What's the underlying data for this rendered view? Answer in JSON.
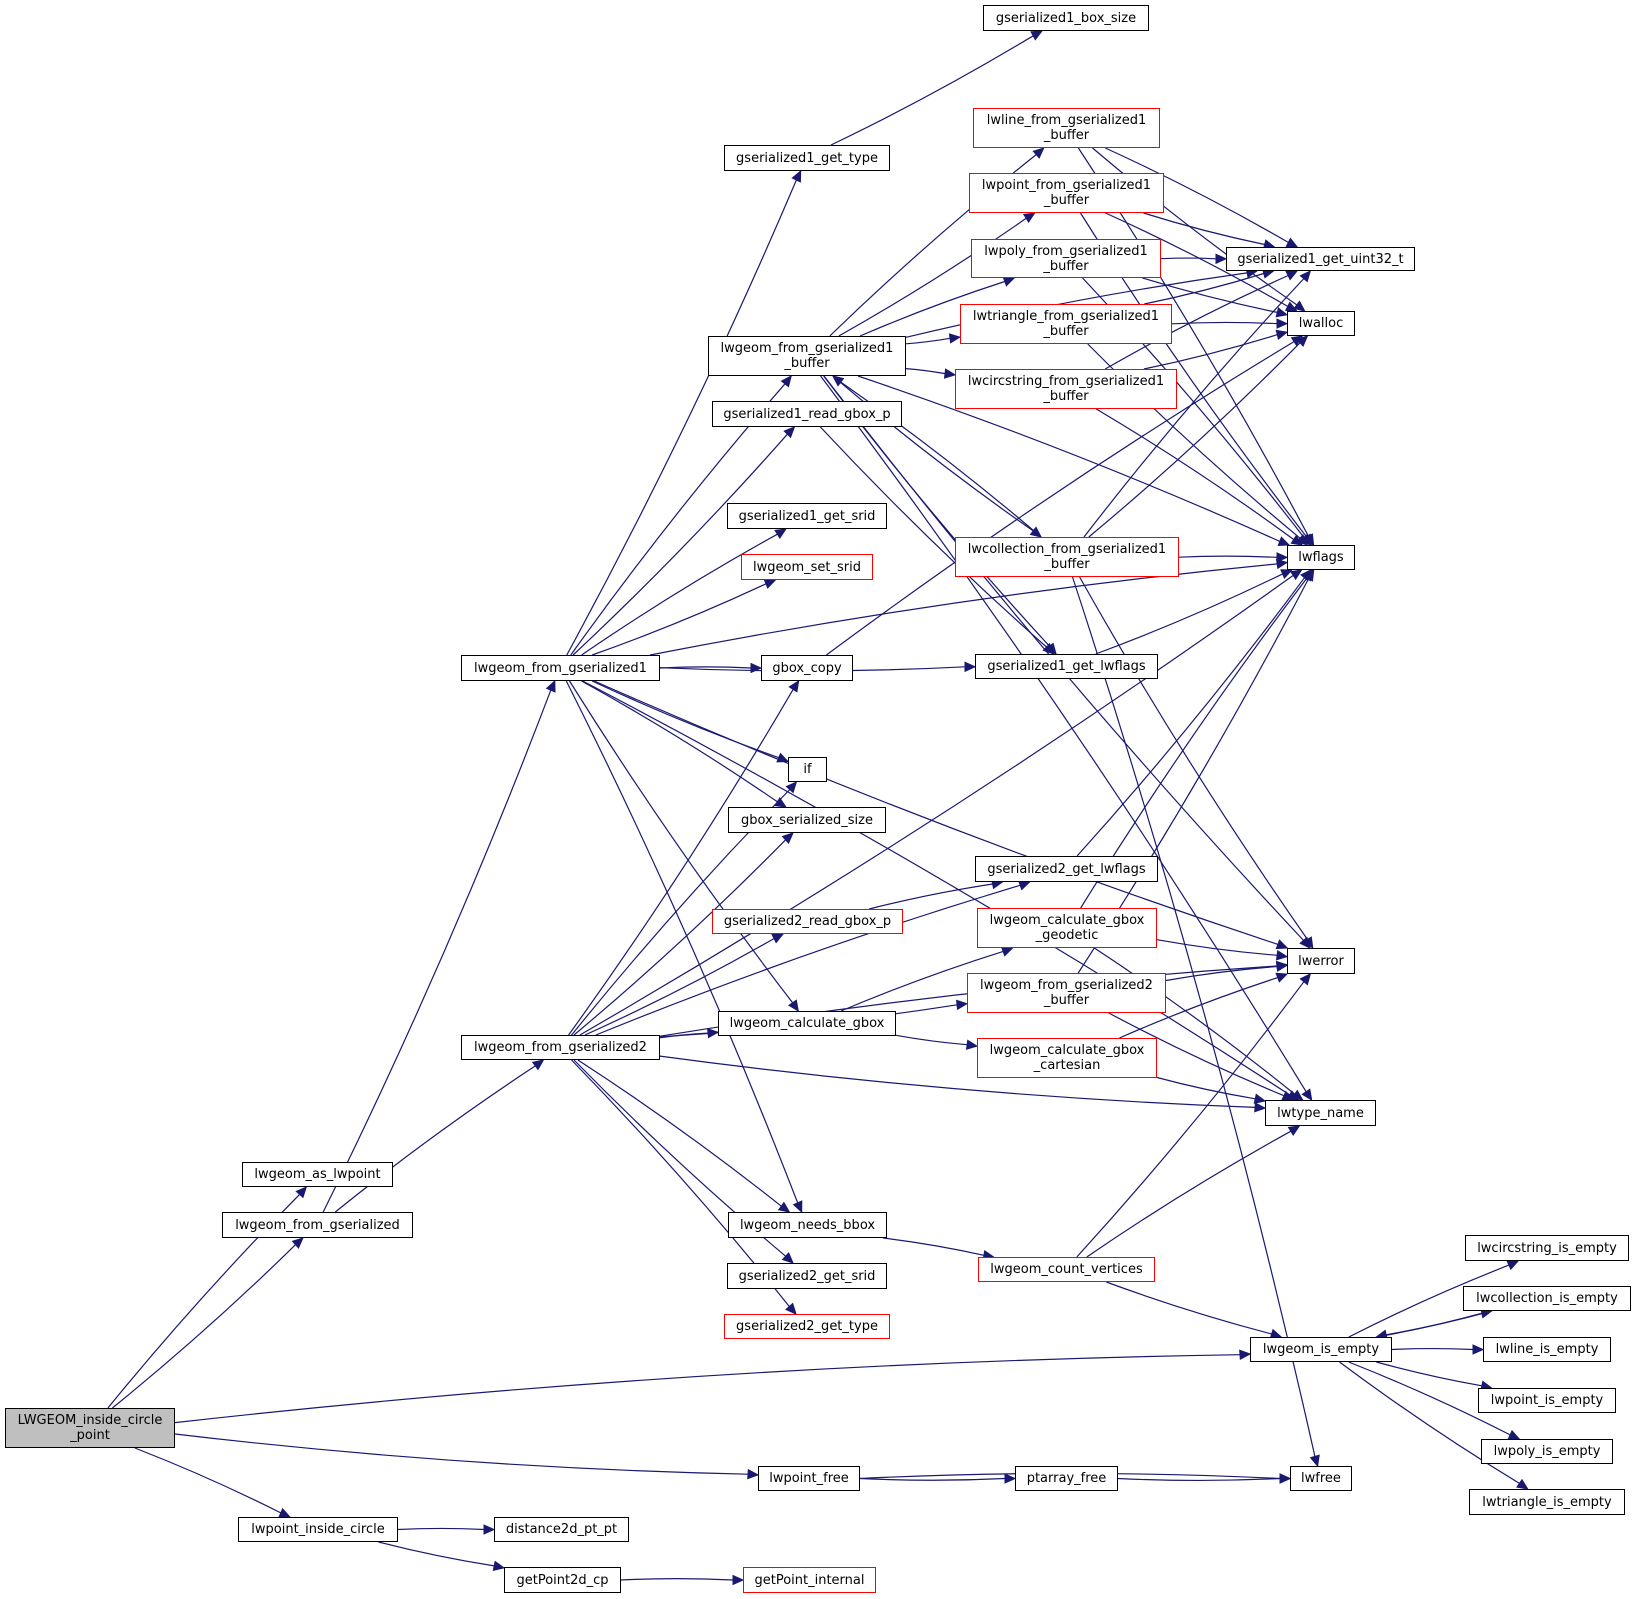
{
  "diagram": {
    "type": "call-graph",
    "colors": {
      "edge": "#191970",
      "incomplete_border": "#ff0000",
      "normal_border": "#000000",
      "root_fill": "#bfbfbf"
    },
    "nodes": [
      {
        "id": "root",
        "label": "LWGEOM_inside_circle\n_point",
        "style": "root"
      },
      {
        "id": "lwgeom_as_lwpoint",
        "label": "lwgeom_as_lwpoint",
        "style": "normal"
      },
      {
        "id": "lwgeom_from_gserialized",
        "label": "lwgeom_from_gserialized",
        "style": "normal"
      },
      {
        "id": "lwgeom_from_gserialized1",
        "label": "lwgeom_from_gserialized1",
        "style": "normal"
      },
      {
        "id": "lwgeom_from_gserialized2",
        "label": "lwgeom_from_gserialized2",
        "style": "normal"
      },
      {
        "id": "lwpoint_inside_circle",
        "label": "lwpoint_inside_circle",
        "style": "normal"
      },
      {
        "id": "gserialized1_get_type",
        "label": "gserialized1_get_type",
        "style": "normal"
      },
      {
        "id": "gserialized1_box_size",
        "label": "gserialized1_box_size",
        "style": "normal"
      },
      {
        "id": "lwgeom_from_gserialized1_buffer",
        "label": "lwgeom_from_gserialized1\n_buffer",
        "style": "normal"
      },
      {
        "id": "gserialized1_read_gbox_p",
        "label": "gserialized1_read_gbox_p",
        "style": "normal"
      },
      {
        "id": "gserialized1_get_srid",
        "label": "gserialized1_get_srid",
        "style": "normal"
      },
      {
        "id": "lwgeom_set_srid",
        "label": "lwgeom_set_srid",
        "style": "red"
      },
      {
        "id": "gbox_copy",
        "label": "gbox_copy",
        "style": "normal"
      },
      {
        "id": "if",
        "label": "if",
        "style": "normal"
      },
      {
        "id": "gbox_serialized_size",
        "label": "gbox_serialized_size",
        "style": "normal"
      },
      {
        "id": "gserialized2_read_gbox_p",
        "label": "gserialized2_read_gbox_p",
        "style": "red"
      },
      {
        "id": "lwgeom_calculate_gbox",
        "label": "lwgeom_calculate_gbox",
        "style": "normal"
      },
      {
        "id": "lwgeom_needs_bbox",
        "label": "lwgeom_needs_bbox",
        "style": "normal"
      },
      {
        "id": "gserialized2_get_srid",
        "label": "gserialized2_get_srid",
        "style": "normal"
      },
      {
        "id": "gserialized2_get_type",
        "label": "gserialized2_get_type",
        "style": "red"
      },
      {
        "id": "lwpoint_free",
        "label": "lwpoint_free",
        "style": "normal"
      },
      {
        "id": "distance2d_pt_pt",
        "label": "distance2d_pt_pt",
        "style": "normal"
      },
      {
        "id": "getPoint2d_cp",
        "label": "getPoint2d_cp",
        "style": "normal"
      },
      {
        "id": "getPoint_internal",
        "label": "getPoint_internal",
        "style": "red"
      },
      {
        "id": "lwline_from_gserialized1_buffer",
        "label": "lwline_from_gserialized1\n_buffer",
        "style": "red"
      },
      {
        "id": "lwpoint_from_gserialized1_buffer",
        "label": "lwpoint_from_gserialized1\n_buffer",
        "style": "red"
      },
      {
        "id": "lwpoly_from_gserialized1_buffer",
        "label": "lwpoly_from_gserialized1\n_buffer",
        "style": "red"
      },
      {
        "id": "lwtriangle_from_gserialized1_buffer",
        "label": "lwtriangle_from_gserialized1\n_buffer",
        "style": "red"
      },
      {
        "id": "lwcircstring_from_gserialized1_buffer",
        "label": "lwcircstring_from_gserialized1\n_buffer",
        "style": "red"
      },
      {
        "id": "lwcollection_from_gserialized1_buffer",
        "label": "lwcollection_from_gserialized1\n_buffer",
        "style": "red"
      },
      {
        "id": "gserialized1_get_lwflags",
        "label": "gserialized1_get_lwflags",
        "style": "normal"
      },
      {
        "id": "gserialized2_get_lwflags",
        "label": "gserialized2_get_lwflags",
        "style": "normal"
      },
      {
        "id": "lwgeom_calculate_gbox_geodetic",
        "label": "lwgeom_calculate_gbox\n_geodetic",
        "style": "red"
      },
      {
        "id": "lwgeom_from_gserialized2_buffer",
        "label": "lwgeom_from_gserialized2\n_buffer",
        "style": "red"
      },
      {
        "id": "lwgeom_calculate_gbox_cartesian",
        "label": "lwgeom_calculate_gbox\n_cartesian",
        "style": "red"
      },
      {
        "id": "lwgeom_count_vertices",
        "label": "lwgeom_count_vertices",
        "style": "red"
      },
      {
        "id": "ptarray_free",
        "label": "ptarray_free",
        "style": "normal"
      },
      {
        "id": "gserialized1_get_uint32_t",
        "label": "gserialized1_get_uint32_t",
        "style": "normal"
      },
      {
        "id": "lwalloc",
        "label": "lwalloc",
        "style": "normal"
      },
      {
        "id": "lwflags",
        "label": "lwflags",
        "style": "normal"
      },
      {
        "id": "lwerror",
        "label": "lwerror",
        "style": "normal"
      },
      {
        "id": "lwtype_name",
        "label": "lwtype_name",
        "style": "normal"
      },
      {
        "id": "lwgeom_is_empty",
        "label": "lwgeom_is_empty",
        "style": "normal"
      },
      {
        "id": "lwfree",
        "label": "lwfree",
        "style": "normal"
      },
      {
        "id": "lwcircstring_is_empty",
        "label": "lwcircstring_is_empty",
        "style": "normal"
      },
      {
        "id": "lwcollection_is_empty",
        "label": "lwcollection_is_empty",
        "style": "normal"
      },
      {
        "id": "lwline_is_empty",
        "label": "lwline_is_empty",
        "style": "normal"
      },
      {
        "id": "lwpoint_is_empty",
        "label": "lwpoint_is_empty",
        "style": "normal"
      },
      {
        "id": "lwpoly_is_empty",
        "label": "lwpoly_is_empty",
        "style": "normal"
      },
      {
        "id": "lwtriangle_is_empty",
        "label": "lwtriangle_is_empty",
        "style": "normal"
      }
    ],
    "edges": [
      [
        "root",
        "lwgeom_as_lwpoint"
      ],
      [
        "root",
        "lwgeom_from_gserialized"
      ],
      [
        "root",
        "lwgeom_is_empty"
      ],
      [
        "root",
        "lwpoint_free"
      ],
      [
        "root",
        "lwpoint_inside_circle"
      ],
      [
        "lwgeom_from_gserialized",
        "lwgeom_from_gserialized1"
      ],
      [
        "lwgeom_from_gserialized",
        "lwgeom_from_gserialized2"
      ],
      [
        "lwgeom_from_gserialized1",
        "gserialized1_get_type"
      ],
      [
        "lwgeom_from_gserialized1",
        "lwgeom_from_gserialized1_buffer"
      ],
      [
        "lwgeom_from_gserialized1",
        "gserialized1_read_gbox_p"
      ],
      [
        "lwgeom_from_gserialized1",
        "gserialized1_get_srid"
      ],
      [
        "lwgeom_from_gserialized1",
        "lwgeom_set_srid"
      ],
      [
        "lwgeom_from_gserialized1",
        "gbox_copy"
      ],
      [
        "lwgeom_from_gserialized1",
        "if"
      ],
      [
        "lwgeom_from_gserialized1",
        "gbox_serialized_size"
      ],
      [
        "lwgeom_from_gserialized1",
        "lwgeom_calculate_gbox"
      ],
      [
        "lwgeom_from_gserialized1",
        "lwgeom_needs_bbox"
      ],
      [
        "lwgeom_from_gserialized1",
        "gserialized1_get_lwflags"
      ],
      [
        "lwgeom_from_gserialized1",
        "lwflags"
      ],
      [
        "lwgeom_from_gserialized1",
        "lwerror"
      ],
      [
        "lwgeom_from_gserialized1",
        "lwtype_name"
      ],
      [
        "gserialized1_get_type",
        "gserialized1_box_size"
      ],
      [
        "lwgeom_from_gserialized1_buffer",
        "lwline_from_gserialized1_buffer"
      ],
      [
        "lwgeom_from_gserialized1_buffer",
        "lwpoint_from_gserialized1_buffer"
      ],
      [
        "lwgeom_from_gserialized1_buffer",
        "lwpoly_from_gserialized1_buffer"
      ],
      [
        "lwgeom_from_gserialized1_buffer",
        "lwtriangle_from_gserialized1_buffer"
      ],
      [
        "lwgeom_from_gserialized1_buffer",
        "lwcircstring_from_gserialized1_buffer"
      ],
      [
        "lwgeom_from_gserialized1_buffer",
        "lwcollection_from_gserialized1_buffer"
      ],
      [
        "lwgeom_from_gserialized1_buffer",
        "gserialized1_get_uint32_t"
      ],
      [
        "lwgeom_from_gserialized1_buffer",
        "gserialized1_get_lwflags"
      ],
      [
        "lwgeom_from_gserialized1_buffer",
        "lwflags"
      ],
      [
        "lwgeom_from_gserialized1_buffer",
        "lwerror"
      ],
      [
        "lwgeom_from_gserialized1_buffer",
        "lwtype_name"
      ],
      [
        "gserialized1_read_gbox_p",
        "gserialized1_get_lwflags"
      ],
      [
        "lwline_from_gserialized1_buffer",
        "gserialized1_get_uint32_t"
      ],
      [
        "lwline_from_gserialized1_buffer",
        "lwalloc"
      ],
      [
        "lwline_from_gserialized1_buffer",
        "lwflags"
      ],
      [
        "lwpoint_from_gserialized1_buffer",
        "gserialized1_get_uint32_t"
      ],
      [
        "lwpoint_from_gserialized1_buffer",
        "lwalloc"
      ],
      [
        "lwpoint_from_gserialized1_buffer",
        "lwflags"
      ],
      [
        "lwpoly_from_gserialized1_buffer",
        "gserialized1_get_uint32_t"
      ],
      [
        "lwpoly_from_gserialized1_buffer",
        "lwalloc"
      ],
      [
        "lwpoly_from_gserialized1_buffer",
        "lwflags"
      ],
      [
        "lwtriangle_from_gserialized1_buffer",
        "gserialized1_get_uint32_t"
      ],
      [
        "lwtriangle_from_gserialized1_buffer",
        "lwalloc"
      ],
      [
        "lwtriangle_from_gserialized1_buffer",
        "lwflags"
      ],
      [
        "lwcircstring_from_gserialized1_buffer",
        "gserialized1_get_uint32_t"
      ],
      [
        "lwcircstring_from_gserialized1_buffer",
        "lwalloc"
      ],
      [
        "lwcircstring_from_gserialized1_buffer",
        "lwflags"
      ],
      [
        "lwcollection_from_gserialized1_buffer",
        "lwgeom_from_gserialized1_buffer"
      ],
      [
        "lwcollection_from_gserialized1_buffer",
        "gserialized1_get_uint32_t"
      ],
      [
        "lwcollection_from_gserialized1_buffer",
        "lwalloc"
      ],
      [
        "lwcollection_from_gserialized1_buffer",
        "lwflags"
      ],
      [
        "lwcollection_from_gserialized1_buffer",
        "lwerror"
      ],
      [
        "lwcollection_from_gserialized1_buffer",
        "lwfree"
      ],
      [
        "gserialized1_get_lwflags",
        "lwflags"
      ],
      [
        "gbox_copy",
        "lwalloc"
      ],
      [
        "lwgeom_from_gserialized2",
        "gbox_copy"
      ],
      [
        "lwgeom_from_gserialized2",
        "if"
      ],
      [
        "lwgeom_from_gserialized2",
        "gbox_serialized_size"
      ],
      [
        "lwgeom_from_gserialized2",
        "gserialized2_get_lwflags"
      ],
      [
        "lwgeom_from_gserialized2",
        "gserialized2_read_gbox_p"
      ],
      [
        "lwgeom_from_gserialized2",
        "lwgeom_calculate_gbox"
      ],
      [
        "lwgeom_from_gserialized2",
        "lwgeom_from_gserialized2_buffer"
      ],
      [
        "lwgeom_from_gserialized2",
        "lwgeom_needs_bbox"
      ],
      [
        "lwgeom_from_gserialized2",
        "gserialized2_get_srid"
      ],
      [
        "lwgeom_from_gserialized2",
        "gserialized2_get_type"
      ],
      [
        "lwgeom_from_gserialized2",
        "lwflags"
      ],
      [
        "lwgeom_from_gserialized2",
        "lwerror"
      ],
      [
        "lwgeom_from_gserialized2",
        "lwtype_name"
      ],
      [
        "gserialized2_read_gbox_p",
        "gserialized2_get_lwflags"
      ],
      [
        "gserialized2_get_lwflags",
        "lwflags"
      ],
      [
        "lwgeom_calculate_gbox",
        "lwgeom_calculate_gbox_geodetic"
      ],
      [
        "lwgeom_calculate_gbox",
        "lwgeom_calculate_gbox_cartesian"
      ],
      [
        "lwgeom_calculate_gbox_geodetic",
        "lwflags"
      ],
      [
        "lwgeom_calculate_gbox_geodetic",
        "lwerror"
      ],
      [
        "lwgeom_calculate_gbox_geodetic",
        "lwtype_name"
      ],
      [
        "lwgeom_from_gserialized2_buffer",
        "lwflags"
      ],
      [
        "lwgeom_from_gserialized2_buffer",
        "lwerror"
      ],
      [
        "lwgeom_from_gserialized2_buffer",
        "lwtype_name"
      ],
      [
        "lwgeom_calculate_gbox_cartesian",
        "lwerror"
      ],
      [
        "lwgeom_calculate_gbox_cartesian",
        "lwtype_name"
      ],
      [
        "lwgeom_needs_bbox",
        "lwgeom_count_vertices"
      ],
      [
        "lwgeom_count_vertices",
        "lwerror"
      ],
      [
        "lwgeom_count_vertices",
        "lwtype_name"
      ],
      [
        "lwgeom_count_vertices",
        "lwgeom_is_empty"
      ],
      [
        "lwgeom_is_empty",
        "lwcircstring_is_empty"
      ],
      [
        "lwgeom_is_empty",
        "lwcollection_is_empty"
      ],
      [
        "lwgeom_is_empty",
        "lwline_is_empty"
      ],
      [
        "lwgeom_is_empty",
        "lwpoint_is_empty"
      ],
      [
        "lwgeom_is_empty",
        "lwpoly_is_empty"
      ],
      [
        "lwgeom_is_empty",
        "lwtriangle_is_empty"
      ],
      [
        "lwcollection_is_empty",
        "lwgeom_is_empty"
      ],
      [
        "lwpoint_free",
        "ptarray_free"
      ],
      [
        "lwpoint_free",
        "lwfree"
      ],
      [
        "ptarray_free",
        "lwfree"
      ],
      [
        "lwpoint_inside_circle",
        "distance2d_pt_pt"
      ],
      [
        "lwpoint_inside_circle",
        "getPoint2d_cp"
      ],
      [
        "getPoint2d_cp",
        "getPoint_internal"
      ]
    ]
  }
}
